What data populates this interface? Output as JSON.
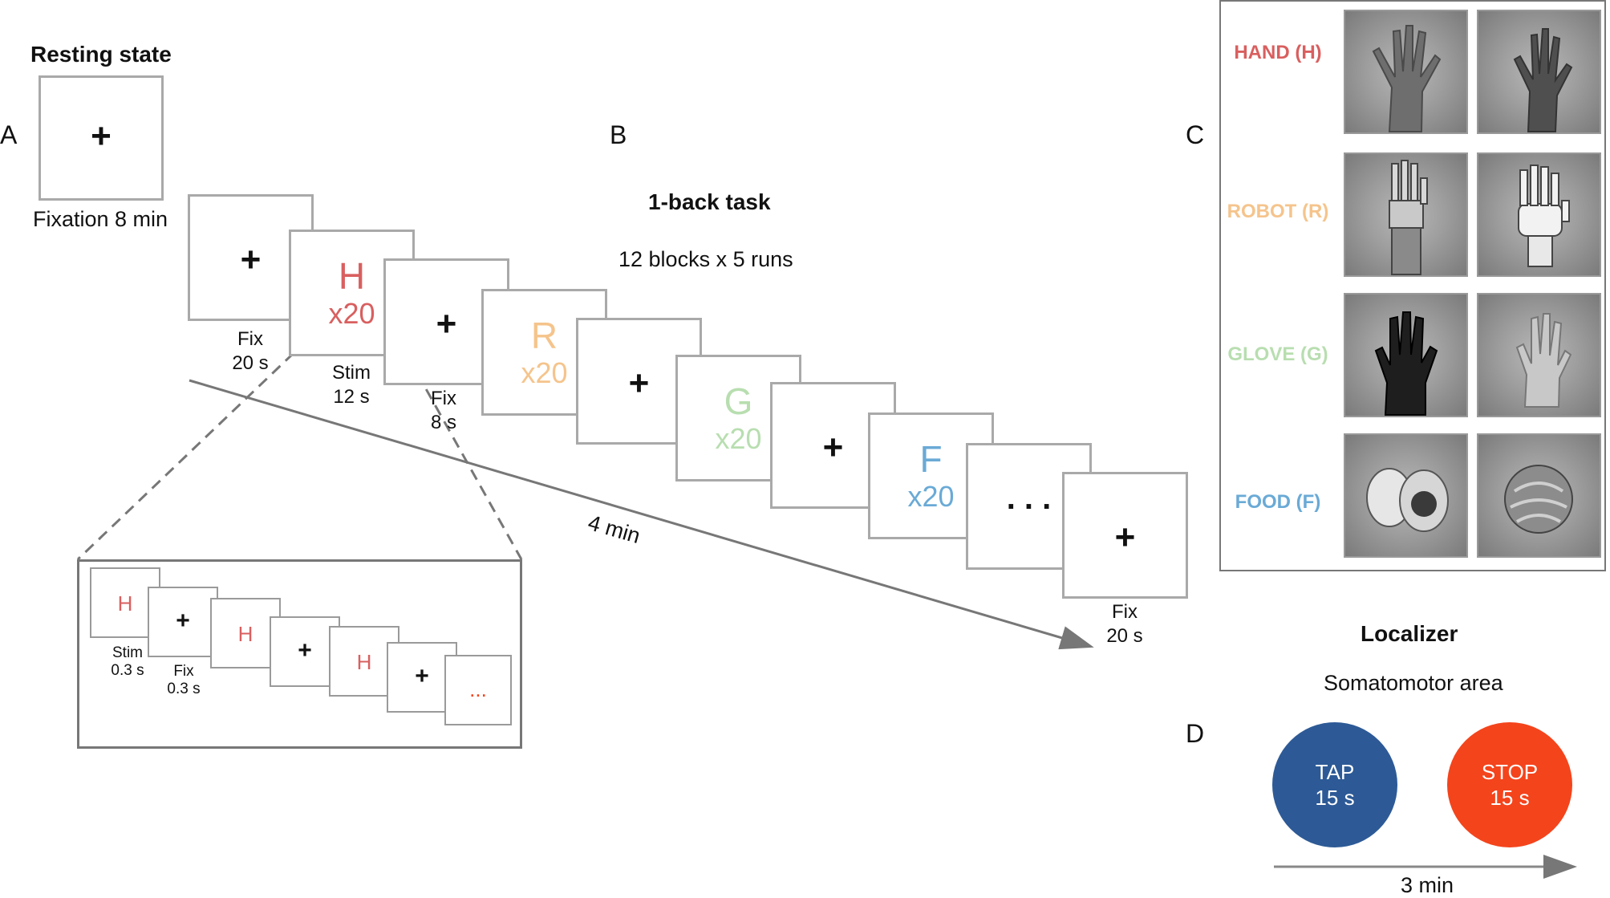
{
  "colors": {
    "hand": "#d95f5f",
    "robot": "#f5c48c",
    "glove": "#b8deb0",
    "food": "#6aaad6",
    "tap": "#2d5a96",
    "stop": "#f4441c",
    "frame": "#a9a9a9"
  },
  "panelA": {
    "letter": "A",
    "title": "Resting state",
    "cross": "+",
    "caption": "Fixation 8 min"
  },
  "panelB": {
    "letter": "B",
    "title": "1-back task",
    "subtitle": "12 blocks x 5 runs",
    "duration": "4 min",
    "frames": [
      {
        "cross": "+",
        "cap1": "Fix",
        "cap2": "20 s"
      },
      {
        "letter": "H",
        "count": "x20",
        "cap1": "Stim",
        "cap2": "12 s"
      },
      {
        "cross": "+",
        "cap1": "Fix",
        "cap2": "8 s"
      },
      {
        "letter": "R",
        "count": "x20"
      },
      {
        "cross": "+"
      },
      {
        "letter": "G",
        "count": "x20"
      },
      {
        "cross": "+"
      },
      {
        "letter": "F",
        "count": "x20"
      },
      {
        "ellipsis": ". . ."
      },
      {
        "cross": "+",
        "cap1": "Fix",
        "cap2": "20 s"
      }
    ],
    "inset": {
      "frames": [
        {
          "letter": "H",
          "cap1": "Stim",
          "cap2": "0.3 s"
        },
        {
          "cross": "+",
          "cap1": "Fix",
          "cap2": "0.3 s"
        },
        {
          "letter": "H"
        },
        {
          "cross": "+"
        },
        {
          "letter": "H"
        },
        {
          "cross": "+"
        },
        {
          "ellipsis": "..."
        }
      ]
    }
  },
  "panelC": {
    "letter": "C",
    "categories": [
      {
        "label": "HAND (H)"
      },
      {
        "label": "ROBOT (R)"
      },
      {
        "label": "GLOVE (G)"
      },
      {
        "label": "FOOD (F)"
      }
    ]
  },
  "panelD": {
    "letter": "D",
    "title": "Localizer",
    "subtitle": "Somatomotor area",
    "tap": {
      "line1": "TAP",
      "line2": "15 s"
    },
    "stop": {
      "line1": "STOP",
      "line2": "15 s"
    },
    "duration": "3 min"
  }
}
